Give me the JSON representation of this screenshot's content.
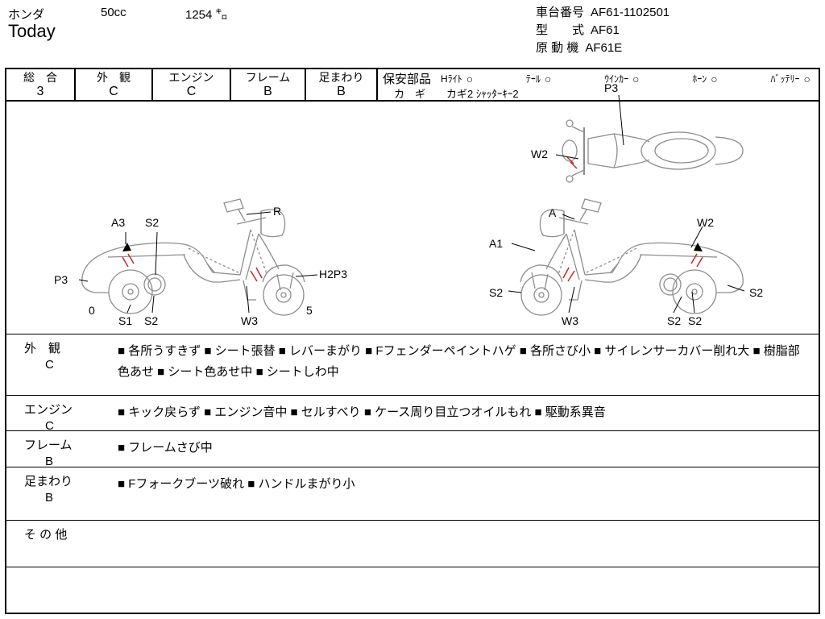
{
  "header": {
    "maker": "ホンダ",
    "displacement": "50cc",
    "mileage": "1254 ㌔",
    "model_name": "Today",
    "chassis_label": "車台番号",
    "chassis_value": "AF61-1102501",
    "type_label": "型　　式",
    "type_value": "AF61",
    "engine_label": "原 動 機",
    "engine_value": "AF61E"
  },
  "grades": {
    "overall": {
      "label": "総　合",
      "value": "3"
    },
    "exterior": {
      "label": "外　観",
      "value": "C"
    },
    "engine": {
      "label": "エンジン",
      "value": "C"
    },
    "frame": {
      "label": "フレーム",
      "value": "B"
    },
    "undercarriage": {
      "label": "足まわり",
      "value": "B"
    }
  },
  "safety": {
    "label": "保安部品",
    "items": [
      {
        "name": "Hﾗｲﾄ",
        "mark": "○"
      },
      {
        "name": "ﾃｰﾙ",
        "mark": "○"
      },
      {
        "name": "ｳｲﾝｶｰ",
        "mark": "○"
      },
      {
        "name": "ﾎｰﾝ",
        "mark": "○"
      },
      {
        "name": "ﾊﾞｯﾃﾘｰ",
        "mark": "○"
      }
    ],
    "keys_label": "カ　ギ",
    "keys_value": "カギ2 ｼｬｯﾀｰｷｰ2"
  },
  "diagram": {
    "top_view": {
      "p3": "P3",
      "w2": "W2"
    },
    "left_view": {
      "a3": "A3",
      "s2_seat": "S2",
      "r": "R",
      "p3_rear": "P3",
      "h2p3": "H2P3",
      "num_left": "0",
      "s1": "S1",
      "s2_wheel": "S2",
      "w3": "W3",
      "num_right": "5"
    },
    "right_view": {
      "a": "A",
      "w2": "W2",
      "a1": "A1",
      "s2_front": "S2",
      "w3": "W3",
      "s2_rear1": "S2",
      "s2_rear2": "S2",
      "s2_side": "S2"
    }
  },
  "notes": {
    "rows": [
      {
        "label": "外　観",
        "grade": "C",
        "text": "■ 各所うすきず ■ シート張替 ■ レバーまがり ■ Fフェンダーペイントハゲ ■ 各所さび小 ■ サイレンサーカバー削れ大 ■ 樹脂部色あせ ■ シート色あせ中 ■ シートしわ中"
      },
      {
        "label": "エンジン",
        "grade": "C",
        "text": "■ キック戻らず ■ エンジン音中 ■ セルすべり ■ ケース周り目立つオイルもれ ■ 駆動系異音"
      },
      {
        "label": "フレーム",
        "grade": "B",
        "text": "■ フレームさび中"
      },
      {
        "label": "足まわり",
        "grade": "B",
        "text": "■ Fフォークブーツ破れ ■ ハンドルまがり小"
      },
      {
        "label": "そ の 他",
        "grade": "",
        "text": ""
      }
    ]
  }
}
